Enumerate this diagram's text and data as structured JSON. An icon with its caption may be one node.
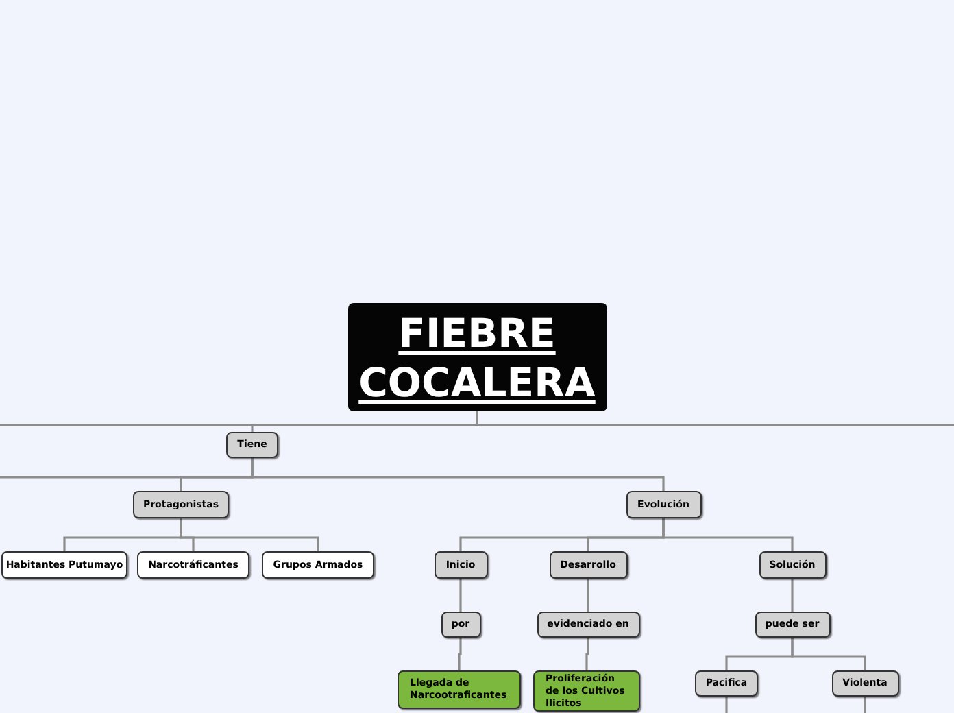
{
  "diagram": {
    "nodes": [
      {
        "text": [
          "FIEBRE COCALERA"
        ]
      },
      {
        "text": [
          "Tiene"
        ]
      },
      {
        "text": [
          "Protagonistas"
        ]
      },
      {
        "text": [
          "Evolución"
        ]
      },
      {
        "text": [
          "Habitantes Putumayo"
        ]
      },
      {
        "text": [
          "Narcotráficantes"
        ]
      },
      {
        "text": [
          "Grupos Armados"
        ]
      },
      {
        "text": [
          "Inicio"
        ]
      },
      {
        "text": [
          "Desarrollo"
        ]
      },
      {
        "text": [
          "Solución"
        ]
      },
      {
        "text": [
          "por"
        ]
      },
      {
        "text": [
          "evidenciado en"
        ]
      },
      {
        "text": [
          "puede ser"
        ]
      },
      {
        "text": [
          "Llegada de Narcootraficantes"
        ]
      },
      {
        "text": [
          "Proliferación de los Cultivos Ilicitos"
        ]
      },
      {
        "text": [
          "Pacifica"
        ]
      },
      {
        "text": [
          "Violenta"
        ]
      }
    ],
    "edges": [
      {
        "from": 0,
        "to": 1,
        "arrow": "none"
      },
      {
        "from": 0,
        "to": null,
        "arrow": "none"
      },
      {
        "from": 0,
        "to": null,
        "arrow": "none"
      },
      {
        "from": 1,
        "to": 2,
        "arrow": "none"
      },
      {
        "from": 1,
        "to": 3,
        "arrow": "none"
      },
      {
        "from": 1,
        "to": null,
        "arrow": "none"
      },
      {
        "from": 2,
        "to": 4,
        "arrow": "none"
      },
      {
        "from": 2,
        "to": 5,
        "arrow": "none"
      },
      {
        "from": 2,
        "to": 6,
        "arrow": "none"
      },
      {
        "from": 3,
        "to": 7,
        "arrow": "none"
      },
      {
        "from": 3,
        "to": 8,
        "arrow": "none"
      },
      {
        "from": 3,
        "to": 9,
        "arrow": "none"
      },
      {
        "from": 7,
        "to": 10,
        "arrow": "none"
      },
      {
        "from": 8,
        "to": 11,
        "arrow": "none"
      },
      {
        "from": 9,
        "to": 12,
        "arrow": "none"
      },
      {
        "from": 10,
        "to": 13,
        "arrow": "none"
      },
      {
        "from": 11,
        "to": 14,
        "arrow": "none"
      },
      {
        "from": 12,
        "to": 15,
        "arrow": "none"
      },
      {
        "from": 12,
        "to": 16,
        "arrow": "none"
      },
      {
        "from": 15,
        "to": null,
        "arrow": "none"
      },
      {
        "from": 16,
        "to": null,
        "arrow": "none"
      }
    ]
  }
}
